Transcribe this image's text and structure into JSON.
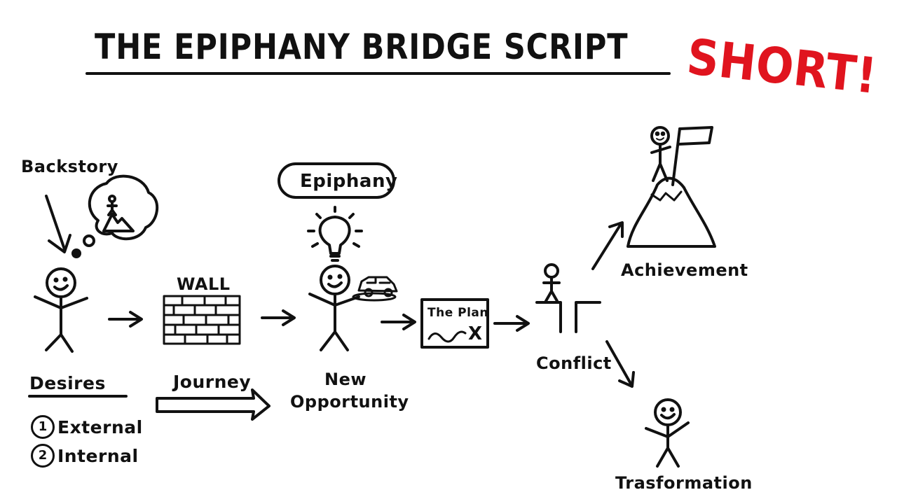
{
  "title": "THE EPIPHANY BRIDGE SCRIPT",
  "badge": "SHORT!",
  "colors": {
    "ink": "#111111",
    "accent": "#e0141e",
    "background": "#ffffff"
  },
  "stages": {
    "backstory": "Backstory",
    "epiphany": "Epiphany",
    "wall": "WALL",
    "desires": {
      "heading": "Desires",
      "items": [
        {
          "number": "1",
          "label": "External"
        },
        {
          "number": "2",
          "label": "Internal"
        }
      ]
    },
    "journey": "Journey",
    "new_opportunity": {
      "line1": "New",
      "line2": "Opportunity"
    },
    "the_plan": "The Plan",
    "plan_mark": "X",
    "conflict": "Conflict",
    "achievement": "Achievement",
    "transformation": "Trasformation"
  }
}
